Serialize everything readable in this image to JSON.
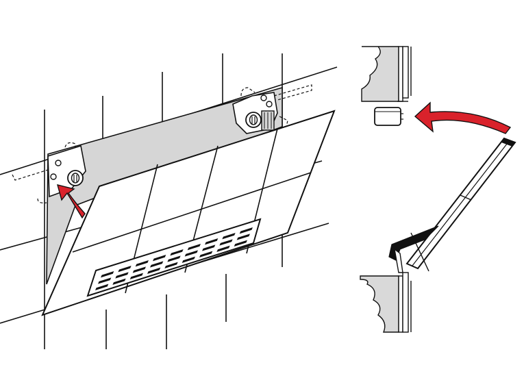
{
  "diagram": {
    "kind": "installation-instructions",
    "text_labels": [],
    "colors": {
      "line": "#111111",
      "wall_gray": "#d9d9d9",
      "panel_gray": "#d6d6d6",
      "arrow_red": "#d9222b",
      "background": "#ffffff"
    },
    "icons": [
      "curved-arrow",
      "hinge-bracket",
      "wall-plug",
      "vent-grille"
    ],
    "grille_slots": {
      "rows": 3,
      "per_row": 9
    }
  }
}
